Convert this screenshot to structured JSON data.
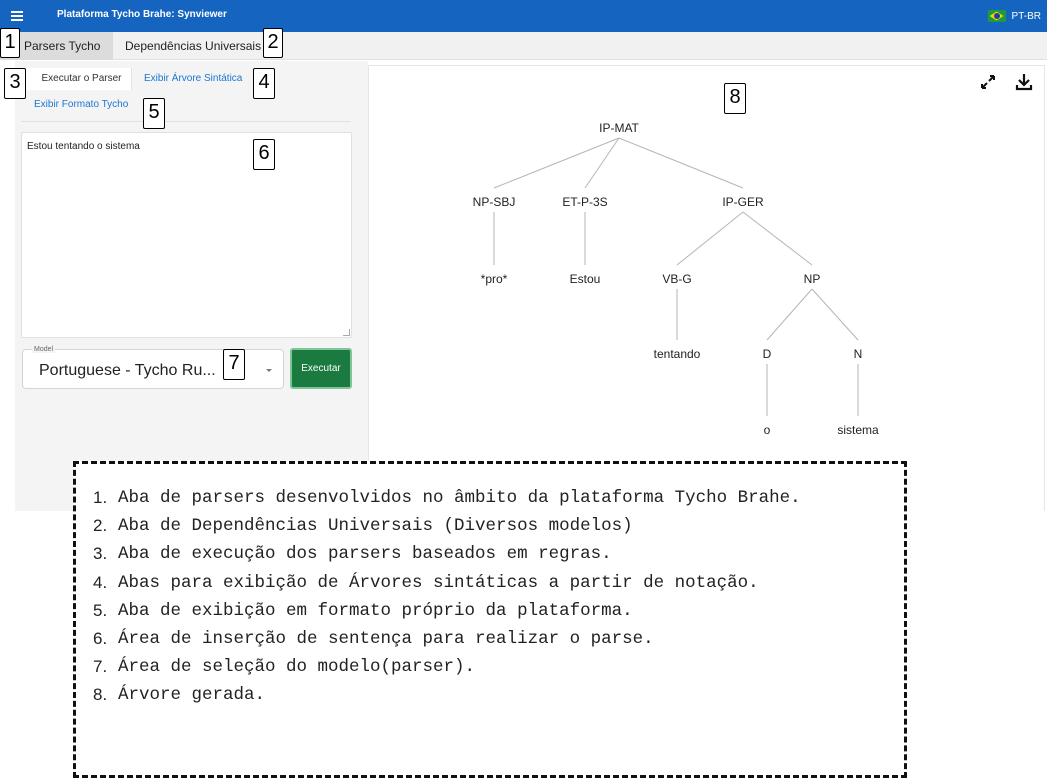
{
  "appbar": {
    "title": "Plataforma Tycho Brahe: Synviewer",
    "language": "PT-BR",
    "icons": [
      "menu-icon",
      "brazil-flag-icon"
    ]
  },
  "main_tabs": [
    {
      "label": "Parsers Tycho",
      "active": true
    },
    {
      "label": "Dependências Universais",
      "active": false
    }
  ],
  "sub_tabs": [
    {
      "label": "Executar o Parser",
      "active": true
    },
    {
      "label": "Exibir Árvore Sintática",
      "active": false
    },
    {
      "label": "Exibir Formato Tycho",
      "active": false
    }
  ],
  "input": {
    "sentence": "Estou tentando o sistema"
  },
  "model": {
    "label": "Model",
    "value": "Portuguese - Tycho Ru..."
  },
  "run_button": "Executar",
  "tree": {
    "toolbar_icons": [
      "expand-icon",
      "download-icon"
    ],
    "nodes": [
      "IP-MAT",
      "NP-SBJ",
      "ET-P-3S",
      "IP-GER",
      "*pro*",
      "Estou",
      "VB-G",
      "NP",
      "tentando",
      "D",
      "N",
      "o",
      "sistema"
    ],
    "edges": [
      [
        "IP-MAT",
        "NP-SBJ"
      ],
      [
        "IP-MAT",
        "ET-P-3S"
      ],
      [
        "IP-MAT",
        "IP-GER"
      ],
      [
        "NP-SBJ",
        "*pro*"
      ],
      [
        "ET-P-3S",
        "Estou"
      ],
      [
        "IP-GER",
        "VB-G"
      ],
      [
        "IP-GER",
        "NP"
      ],
      [
        "VB-G",
        "tentando"
      ],
      [
        "NP",
        "D"
      ],
      [
        "NP",
        "N"
      ],
      [
        "D",
        "o"
      ],
      [
        "N",
        "sistema"
      ]
    ]
  },
  "markers": [
    "1",
    "2",
    "3",
    "4",
    "5",
    "6",
    "7",
    "8"
  ],
  "legend": [
    {
      "num": "1.",
      "text": "Aba de parsers desenvolvidos no âmbito da plataforma Tycho Brahe."
    },
    {
      "num": "2.",
      "text": "Aba de Dependências Universais (Diversos modelos)"
    },
    {
      "num": "3.",
      "text": "Aba de execução dos parsers baseados em regras."
    },
    {
      "num": "4.",
      "text": "Abas para exibição de Árvores sintáticas a partir de notação."
    },
    {
      "num": "5.",
      "text": "Aba de exibição em formato próprio da plataforma."
    },
    {
      "num": "6.",
      "text": "Área de inserção de sentença para realizar o parse."
    },
    {
      "num": "7.",
      "text": "Área de seleção do modelo(parser)."
    },
    {
      "num": "8.",
      "text": "Árvore gerada."
    }
  ]
}
